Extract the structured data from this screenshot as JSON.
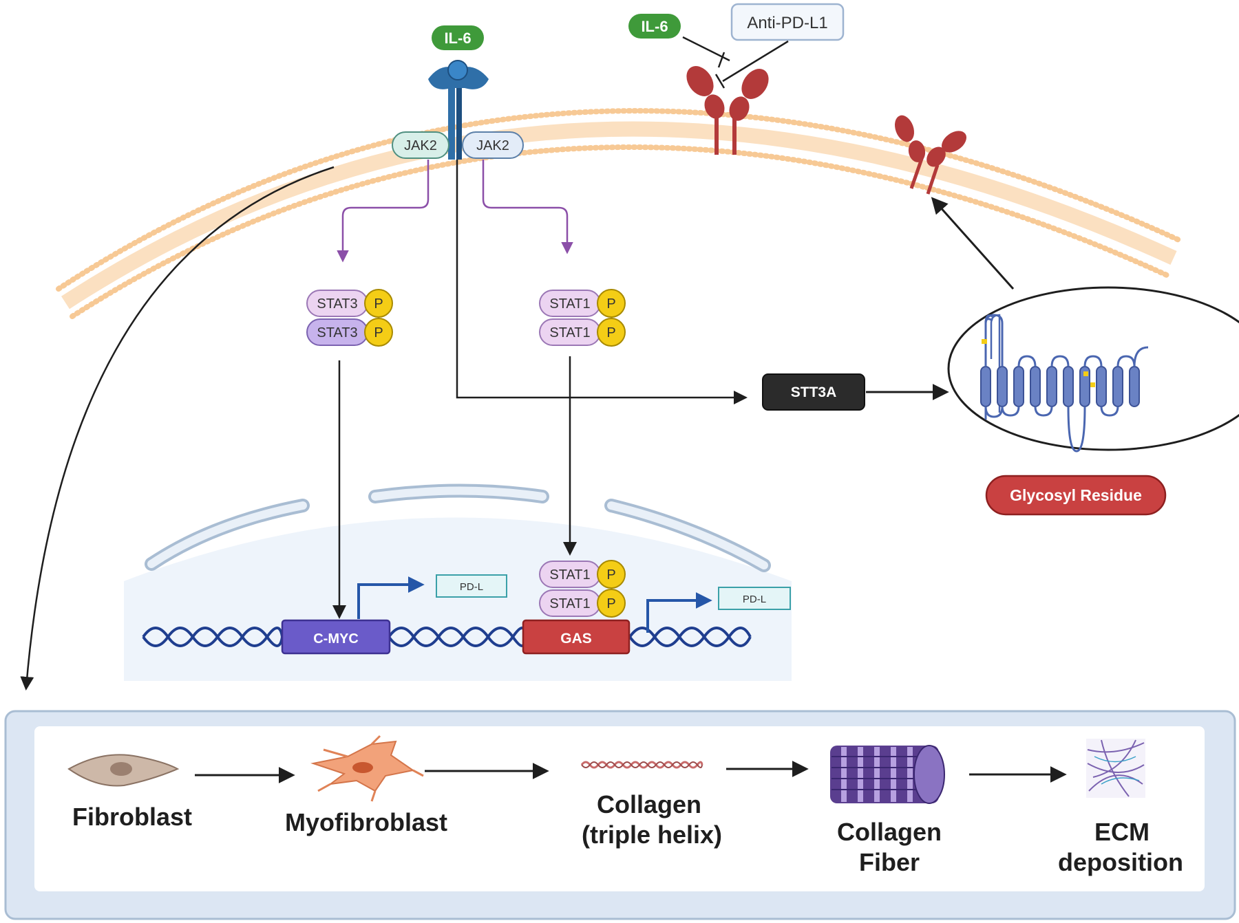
{
  "ligand": {
    "il6_left": "IL-6",
    "il6_right": "IL-6",
    "antibody": "Anti-PD-L1"
  },
  "receptor": {
    "jak_left": "JAK2",
    "jak_right": "JAK2"
  },
  "cytoplasm": {
    "stat3_top": "STAT3",
    "stat3_bottom": "STAT3",
    "stat1_top": "STAT1",
    "stat1_bottom": "STAT1",
    "phospho": "P",
    "stt3a": "STT3A",
    "glycosyl": "Glycosyl Residue"
  },
  "nucleus": {
    "stat1_top": "STAT1",
    "stat1_bottom": "STAT1",
    "cmyc": "C-MYC",
    "gas": "GAS",
    "pdl_left": "PD-L",
    "pdl_right": "PD-L"
  },
  "fibrosis": {
    "fibroblast": "Fibroblast",
    "myofibroblast": "Myofibroblast",
    "collagen_helix_1": "Collagen",
    "collagen_helix_2": "(triple helix)",
    "collagen_fiber_1": "Collagen",
    "collagen_fiber_2": "Fiber",
    "ecm_1": "ECM",
    "ecm_2": "deposition"
  },
  "colors": {
    "membrane": "#f7c995",
    "il6": "#3f9a3a",
    "receptor": "#2f6fa8",
    "stat3": "#c7b3ec",
    "stat1": "#ecd4f1",
    "phospho": "#f4cd16",
    "pdl1": "#b33a3a",
    "nucleus": "#eef4fb",
    "cmyc": "#6a5bc9",
    "gas": "#c94141",
    "signal_arrow": "#8b4fa8",
    "dna": "#1f3e8f"
  }
}
